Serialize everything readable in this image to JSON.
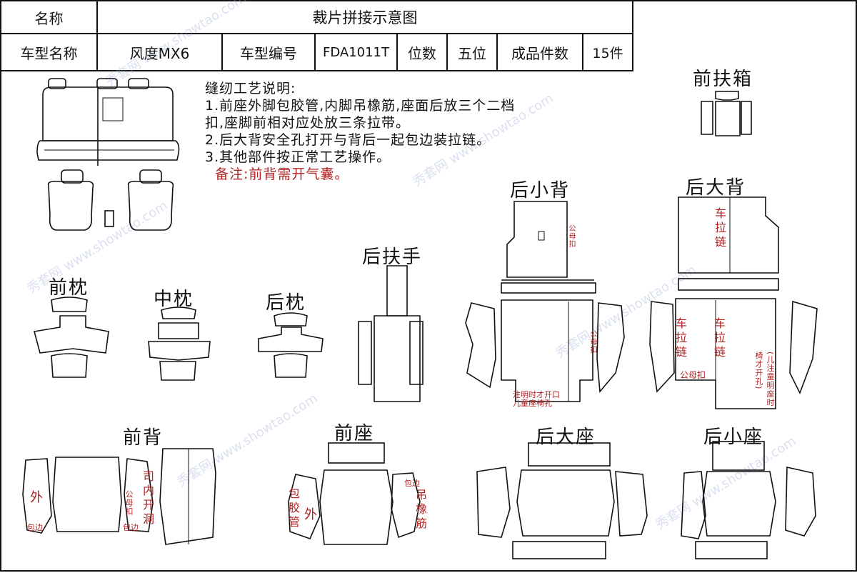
{
  "header": {
    "name_label": "名称",
    "title": "裁片拼接示意图",
    "model_name_label": "车型名称",
    "model_name": "风度MX6",
    "model_no_label": "车型编号",
    "model_no": "FDA1011T",
    "seats_label": "位数",
    "seats": "五位",
    "pieces_label": "成品件数",
    "pieces": "15件"
  },
  "notes": {
    "title": "缝纫工艺说明:",
    "line1a": "1.前座外脚包胶管,内脚吊橡筋,座面后放三个二档",
    "line1b": "扣,座脚前相对应处放三条拉带。",
    "line2": "2.后大背安全孔打开与背后一起包边装拉链。",
    "line3": "3.其他部件按正常工艺操作。",
    "remark": "备注:前背需开气囊。"
  },
  "labels": {
    "front_armrest_box": "前扶箱",
    "rear_small_back": "后小背",
    "rear_big_back": "后大背",
    "rear_armrest": "后扶手",
    "front_headrest": "前枕",
    "mid_headrest": "中枕",
    "rear_headrest": "后枕",
    "front_back": "前背",
    "front_seat": "前座",
    "rear_big_seat": "后大座",
    "rear_small_seat": "后小座"
  },
  "annotations": {
    "zipper": "车拉链",
    "zipper2": "车拉链",
    "zipper3": "车拉链",
    "female_buckle": "公母扣",
    "female_buckle2": "公母扣",
    "note_child": "注明时才开口",
    "note_child2": "儿童座椅孔",
    "note_side": "(儿注童明座时椅才开孔)",
    "outer": "外",
    "outer2": "外",
    "edge": "包边",
    "edge2": "包边",
    "edge3": "包边",
    "inner_hole": "司内开洞",
    "buckle_small": "公母扣",
    "tube": "包胶管",
    "elastic": "吊橡筋",
    "gm_buckle": "公母扣"
  },
  "watermark": {
    "text": "www.showtao.com",
    "brand": "秀套网"
  },
  "colors": {
    "annotation": "#b22222",
    "line": "#111111",
    "watermark": "#9aa8d8"
  }
}
